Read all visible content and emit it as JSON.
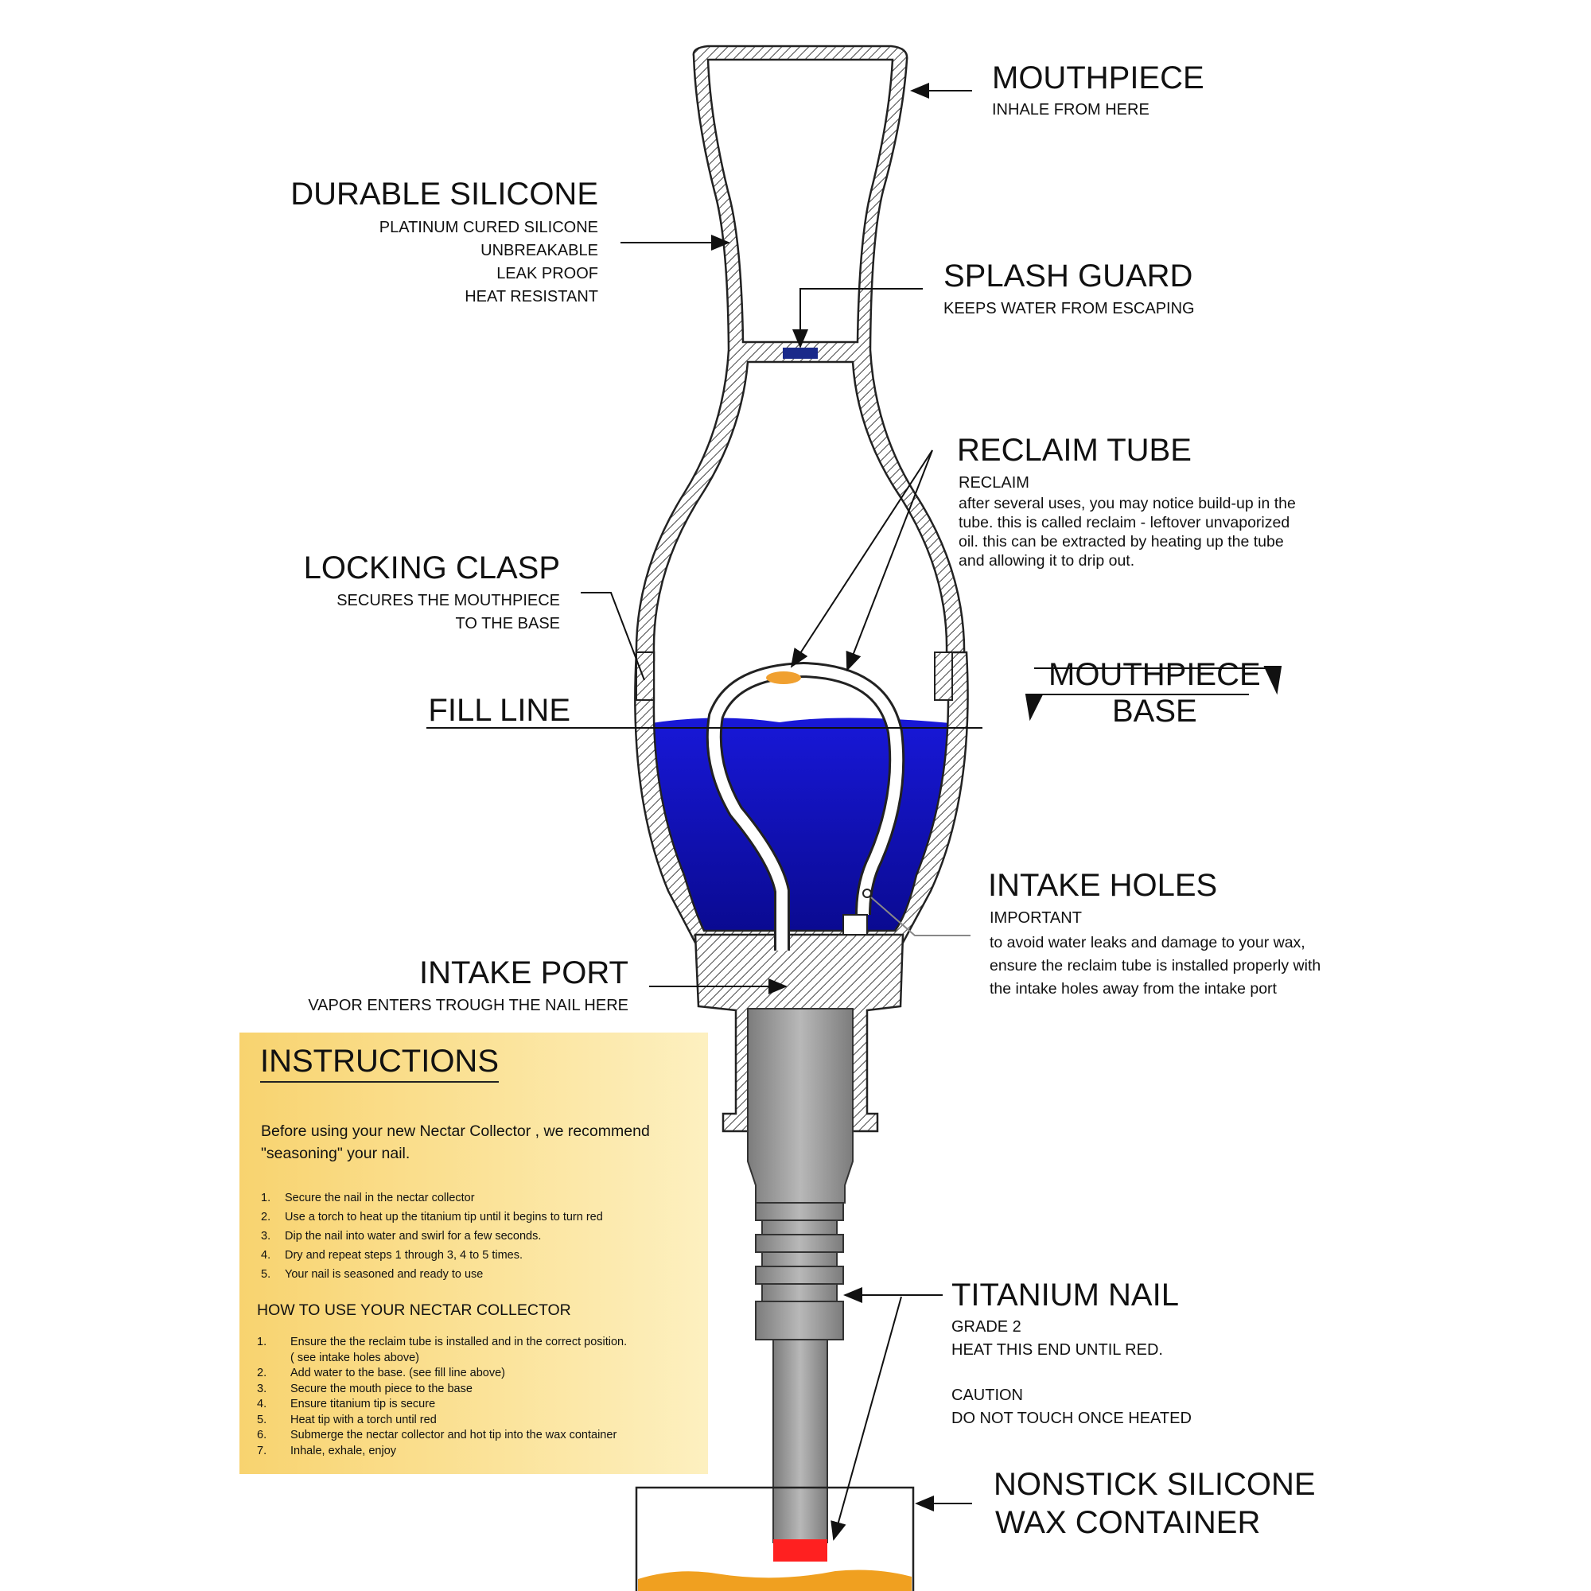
{
  "labels": {
    "mouthpiece": {
      "title": "MOUTHPIECE",
      "sub": "INHALE FROM HERE"
    },
    "durable_silicone": {
      "title": "DURABLE SILICONE",
      "lines": [
        "PLATINUM CURED SILICONE",
        "UNBREAKABLE",
        "LEAK PROOF",
        "HEAT RESISTANT"
      ]
    },
    "splash_guard": {
      "title": "SPLASH GUARD",
      "sub": "KEEPS WATER FROM ESCAPING"
    },
    "reclaim_tube": {
      "title": "RECLAIM TUBE",
      "sub": "RECLAIM",
      "lines": [
        "after several uses, you may notice build-up in the",
        "tube. this is called reclaim - leftover unvaporized",
        "oil. this can be extracted by heating up the tube",
        "and allowing it to drip out."
      ]
    },
    "locking_clasp": {
      "title": "LOCKING CLASP",
      "lines": [
        "SECURES THE MOUTHPIECE",
        "TO THE BASE"
      ]
    },
    "fill_line": {
      "title": "FILL LINE"
    },
    "mouthpiece_base": {
      "line1": "MOUTHPIECE",
      "line2": "BASE"
    },
    "intake_holes": {
      "title": "INTAKE HOLES",
      "sub": "IMPORTANT",
      "lines": [
        "to avoid water leaks and damage to your wax,",
        "ensure the reclaim tube is installed properly with",
        "the intake holes away from the intake port"
      ]
    },
    "intake_port": {
      "title": "INTAKE PORT",
      "sub": "VAPOR ENTERS TROUGH THE NAIL HERE"
    },
    "titanium_nail": {
      "title": "TITANIUM NAIL",
      "lines": [
        "GRADE 2",
        "HEAT THIS END UNTIL RED.",
        "CAUTION",
        "DO NOT TOUCH ONCE HEATED"
      ]
    },
    "wax_container": {
      "line1": "NONSTICK SILICONE",
      "line2": "WAX CONTAINER"
    }
  },
  "instructions": {
    "title": "INSTRUCTIONS",
    "intro": "Before using your new Nectar Collector , we recommend \"seasoning\" your nail.",
    "seasoning_steps": [
      {
        "n": "1.",
        "text": "Secure the nail in the nectar collector"
      },
      {
        "n": "2.",
        "text": "Use a torch to heat up the titanium tip until it begins to turn red"
      },
      {
        "n": "3.",
        "text": "Dip the nail into water and swirl for a few seconds."
      },
      {
        "n": "4.",
        "text": "Dry and repeat steps 1 through 3, 4 to 5 times."
      },
      {
        "n": "5.",
        "text": "Your nail is seasoned and ready to use"
      }
    ],
    "how_to_title": "HOW TO USE YOUR NECTAR COLLECTOR",
    "how_to_steps": [
      {
        "n": "1.",
        "text": " Ensure the the reclaim tube is installed and in the correct position.",
        "cont": "( see intake holes above)"
      },
      {
        "n": "2.",
        "text": "Add water to the base. (see fill line above)"
      },
      {
        "n": "3.",
        "text": "Secure the mouth piece to the base"
      },
      {
        "n": "4.",
        "text": "Ensure titanium tip is secure"
      },
      {
        "n": "5.",
        "text": "Heat tip with a torch until red"
      },
      {
        "n": "6.",
        "text": "Submerge the nectar collector and hot tip into the wax container"
      },
      {
        "n": "7.",
        "text": "Inhale, exhale, enjoy"
      }
    ]
  },
  "colors": {
    "water": "#1010c8",
    "splash_guard": "#1a2a8a",
    "nail": "#9a9a9a",
    "hot_tip": "#ff2020",
    "wax": "#f0a020",
    "instructions_bg": "#f8d36f"
  }
}
